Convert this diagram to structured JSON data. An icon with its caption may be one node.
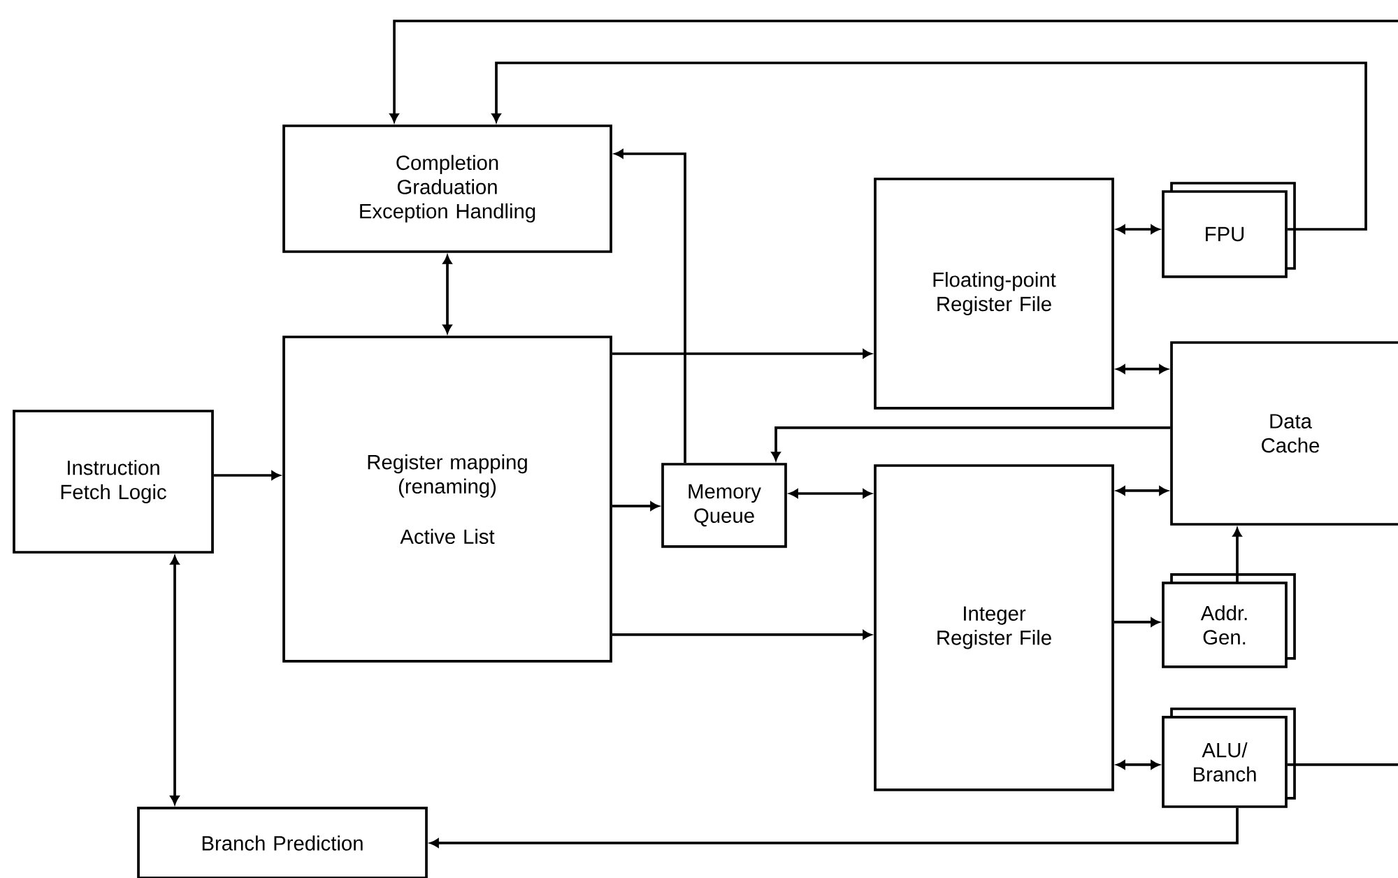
{
  "diagram": {
    "nodes": [
      {
        "text": [
          "Completion Graduation Exception Handling"
        ]
      },
      {
        "text": [
          "Register mapping (renaming)",
          "Active List"
        ]
      },
      {
        "text": [
          "Instruction Fetch Logic"
        ]
      },
      {
        "text": [
          "Memory Queue"
        ]
      },
      {
        "text": [
          "Floating-point Register File"
        ]
      },
      {
        "text": [
          "FPU"
        ]
      },
      {
        "text": [
          "Data Cache"
        ]
      },
      {
        "text": [
          "Integer Register File"
        ]
      },
      {
        "text": [
          "Addr. Gen."
        ]
      },
      {
        "text": [
          "ALU/ Branch"
        ]
      },
      {
        "text": [
          "Branch Prediction"
        ]
      }
    ],
    "edges": [
      {
        "from": 2,
        "to": 1,
        "arrow": "to"
      },
      {
        "from": 0,
        "to": 1,
        "arrow": "both"
      },
      {
        "from": 2,
        "to": 10,
        "arrow": "both"
      },
      {
        "from": 1,
        "to": 3,
        "arrow": "to"
      },
      {
        "from": 3,
        "to": 0,
        "arrow": "to"
      },
      {
        "from": 1,
        "to": 4,
        "arrow": "to"
      },
      {
        "from": 1,
        "to": 7,
        "arrow": "to"
      },
      {
        "from": 3,
        "to": 7,
        "arrow": "both"
      },
      {
        "from": 4,
        "to": 5,
        "arrow": "both"
      },
      {
        "from": 4,
        "to": 6,
        "arrow": "both"
      },
      {
        "from": 7,
        "to": 6,
        "arrow": "both"
      },
      {
        "from": 6,
        "to": 3,
        "arrow": "to"
      },
      {
        "from": 7,
        "to": 8,
        "arrow": "to"
      },
      {
        "from": 8,
        "to": 6,
        "arrow": "to"
      },
      {
        "from": 7,
        "to": 9,
        "arrow": "both"
      },
      {
        "from": 9,
        "to": 10,
        "arrow": "to"
      },
      {
        "from": 5,
        "to": 0,
        "arrow": "to"
      },
      {
        "from": 9,
        "to": null,
        "arrow": "none"
      },
      {
        "from": null,
        "to": 0,
        "arrow": "to"
      }
    ]
  }
}
